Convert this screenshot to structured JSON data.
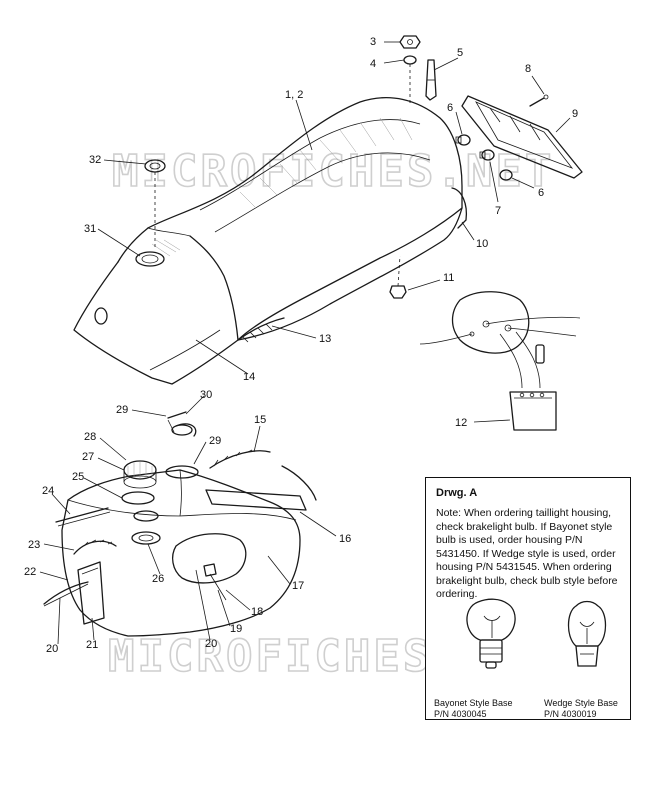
{
  "watermark": {
    "text": "MICROFICHES.NET"
  },
  "callouts": [
    "1, 2",
    "3",
    "4",
    "5",
    "6",
    "6",
    "7",
    "8",
    "9",
    "10",
    "11",
    "12",
    "13",
    "14",
    "15",
    "16",
    "17",
    "18",
    "19",
    "20",
    "20",
    "21",
    "22",
    "23",
    "24",
    "25",
    "26",
    "27",
    "28",
    "29",
    "29",
    "30",
    "31",
    "32"
  ],
  "note": {
    "title": "Drwg. A",
    "text": "Note: When ordering taillight housing, check brakelight bulb. If Bayonet style bulb is used, order housing P/N 5431450. If Wedge style is used, order housing P/N 5431545. When ordering brakelight bulb, check bulb style before ordering.",
    "bayonet_label": "Bayonet Style Base",
    "bayonet_pn": "P/N 4030045",
    "wedge_label": "Wedge Style Base",
    "wedge_pn": "P/N 4030019"
  }
}
